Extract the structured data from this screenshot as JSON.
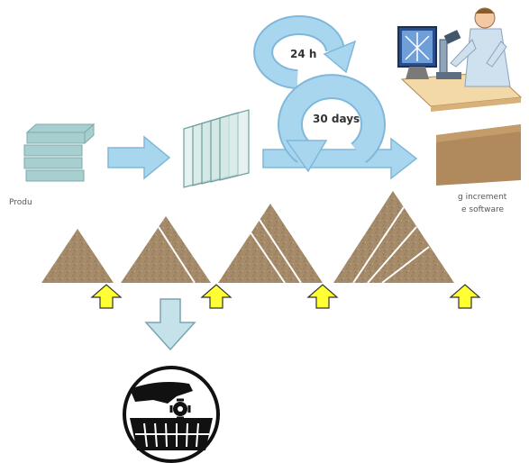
{
  "diagram": {
    "cycles": {
      "daily_label": "24 h",
      "sprint_label": "30 days"
    },
    "captions": {
      "left": "Produ",
      "right_line1": "g increment",
      "right_line2": "e software"
    },
    "colors": {
      "arrow_fill": "#a9d6ef",
      "arrow_stroke": "#7fb8da",
      "sand": "#a48a68",
      "sand_dark": "#8a7050",
      "up_arrow": "#ffff33",
      "down_arrow": "#c5e2ea",
      "box": "#b0895c"
    },
    "icons": {
      "product_backlog": "stacked-bars-icon",
      "sprint_backlog": "glass-sheets-icon",
      "developer": "developer-at-desk-icon",
      "increment": "box-icon",
      "discard": "hand-into-basket-icon"
    }
  }
}
